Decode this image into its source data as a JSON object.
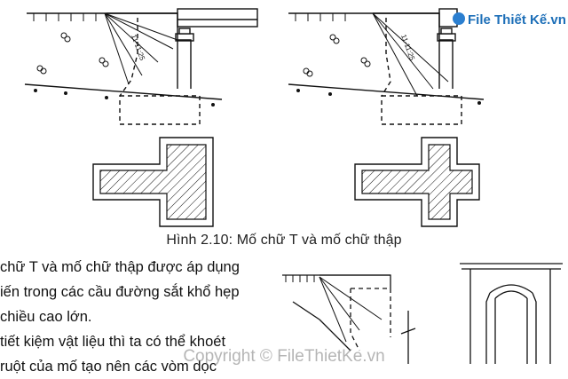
{
  "figure": {
    "dim_label_left": "11-11:25",
    "dim_label_right": "11-11:25",
    "caption": "Hình 2.10: Mố chữ T và mố chữ thập"
  },
  "body_text": {
    "lines": [
      "chữ T và mố chữ thập được áp dụng",
      "iến trong các cầu đường sắt khổ hẹp",
      " chiều cao lớn.",
      "tiết kiệm vật liệu thì ta có thể khoét",
      "ruột của mố tạo nên các vòm dọc"
    ]
  },
  "watermarks": {
    "top": "File Thiết Kế.vn",
    "bottom": "Copyright © FileThietKe.vn"
  },
  "colors": {
    "line": "#111111",
    "watermark_blue": "#1d6fb8"
  }
}
